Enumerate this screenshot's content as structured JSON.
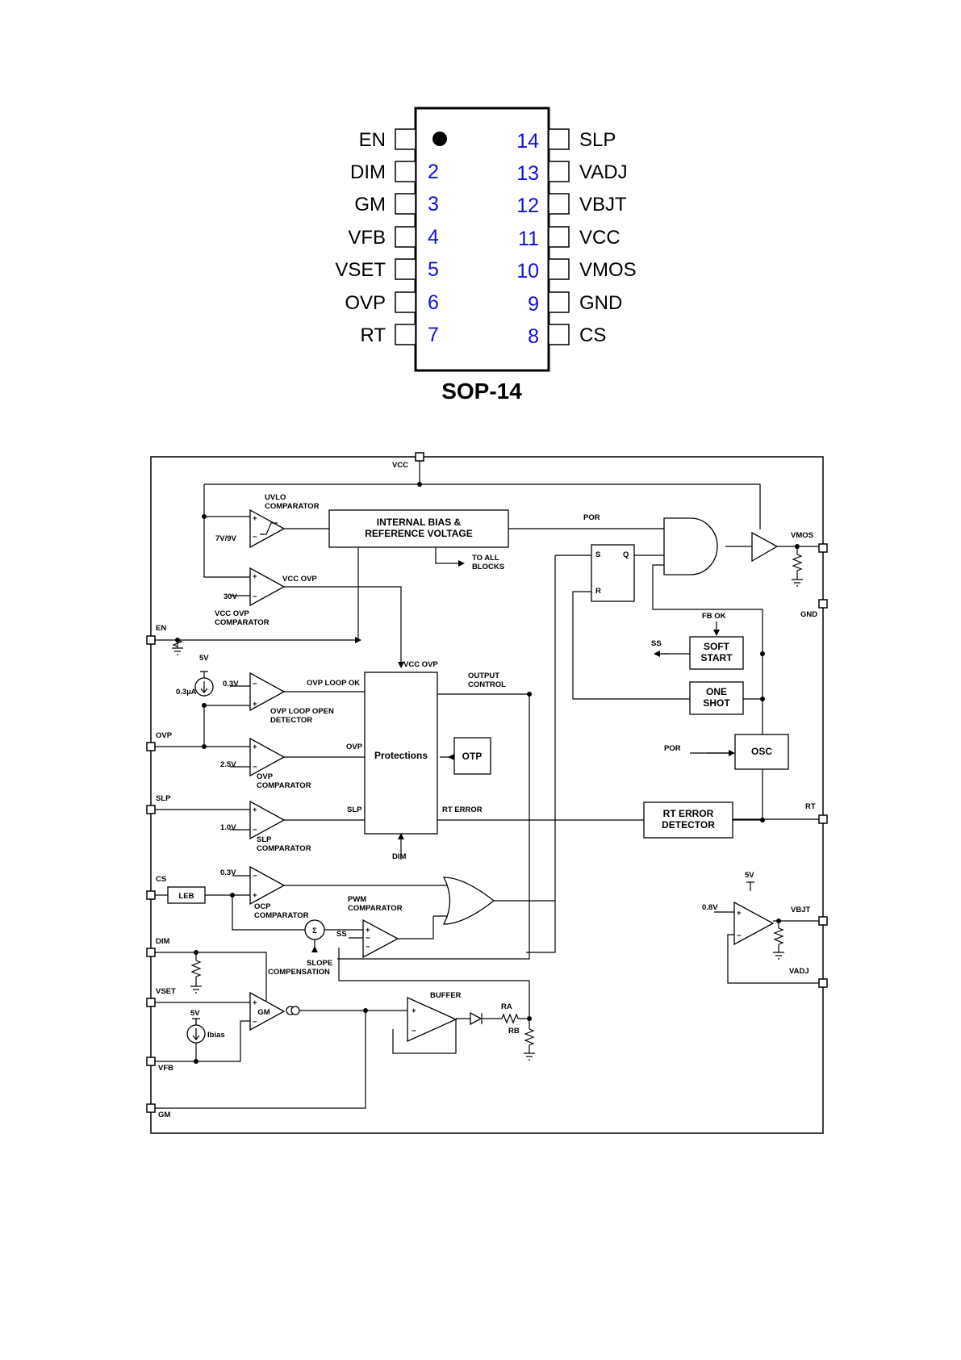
{
  "package": {
    "title": "SOP-14",
    "pins_left": [
      {
        "num": "",
        "name": "EN"
      },
      {
        "num": "2",
        "name": "DIM"
      },
      {
        "num": "3",
        "name": "GM"
      },
      {
        "num": "4",
        "name": "VFB"
      },
      {
        "num": "5",
        "name": "VSET"
      },
      {
        "num": "6",
        "name": "OVP"
      },
      {
        "num": "7",
        "name": "RT"
      }
    ],
    "pins_right": [
      {
        "num": "14",
        "name": "SLP"
      },
      {
        "num": "13",
        "name": "VADJ"
      },
      {
        "num": "12",
        "name": "VBJT"
      },
      {
        "num": "11",
        "name": "VCC"
      },
      {
        "num": "10",
        "name": "VMOS"
      },
      {
        "num": "9",
        "name": "GND"
      },
      {
        "num": "8",
        "name": "CS"
      }
    ]
  },
  "block_diagram": {
    "pins": {
      "vcc": "VCC",
      "vmos": "VMOS",
      "gnd": "GND",
      "rt": "RT",
      "vbjt": "VBJT",
      "vadj": "VADJ",
      "en": "EN",
      "ovp": "OVP",
      "slp": "SLP",
      "cs": "CS",
      "dim": "DIM",
      "vset": "VSET",
      "vfb": "VFB",
      "gm": "GM"
    },
    "blocks": {
      "bias_1": "INTERNAL BIAS &",
      "bias_2": "REFERENCE VOLTAGE",
      "protections": "Protections",
      "otp": "OTP",
      "soft_start_1": "SOFT",
      "soft_start_2": "START",
      "one_shot_1": "ONE",
      "one_shot_2": "SHOT",
      "osc": "OSC",
      "rt_err_1": "RT ERROR",
      "rt_err_2": "DETECTOR",
      "leb": "LEB",
      "gm_amp": "GM",
      "ff_s": "S",
      "ff_q": "Q",
      "ff_r": "R"
    },
    "labels": {
      "uvlo_1": "UVLO",
      "uvlo_2": "COMPARATOR",
      "uvlo_ref": "7V/9V",
      "vccovp_ref": "30V",
      "vccovp_out": "VCC OVP",
      "vccovp_1": "VCC OVP",
      "vccovp_2": "COMPARATOR",
      "to_all_1": "TO ALL",
      "to_all_2": "BLOCKS",
      "por_top": "POR",
      "fb_ok": "FB OK",
      "ss_out": "SS",
      "por_osc": "POR",
      "src_5v_a": "5V",
      "src_03ua": "0.3µA",
      "ovp_ref_03": "0.3V",
      "ovp_loop_ok": "OVP LOOP OK",
      "ovp_loop_1": "OVP LOOP OPEN",
      "ovp_loop_2": "DETECTOR",
      "vcc_ovp_in": "VCC OVP",
      "output_1": "OUTPUT",
      "output_2": "CONTROL",
      "ovp_ref_25": "2.5V",
      "ovp_in": "OVP",
      "ovp_cmp_1": "OVP",
      "ovp_cmp_2": "COMPARATOR",
      "slp_ref": "1.0V",
      "slp_in": "SLP",
      "slp_cmp_1": "SLP",
      "slp_cmp_2": "COMPARATOR",
      "rt_error": "RT ERROR",
      "dim_in": "DIM",
      "ocp_ref": "0.3V",
      "ocp_1": "OCP",
      "ocp_2": "COMPARATOR",
      "pwm_1": "PWM",
      "pwm_2": "COMPARATOR",
      "ss_pwm": "SS",
      "slope_1": "SLOPE",
      "slope_2": "COMPENSATION",
      "sigma": "Σ",
      "src_5v_b": "5V",
      "ibias": "Ibias",
      "buffer": "BUFFER",
      "ra": "RA",
      "rb": "RB",
      "vbjt_5v": "5V",
      "vbjt_ref": "0.8V",
      "plus": "+",
      "minus": "−"
    }
  }
}
